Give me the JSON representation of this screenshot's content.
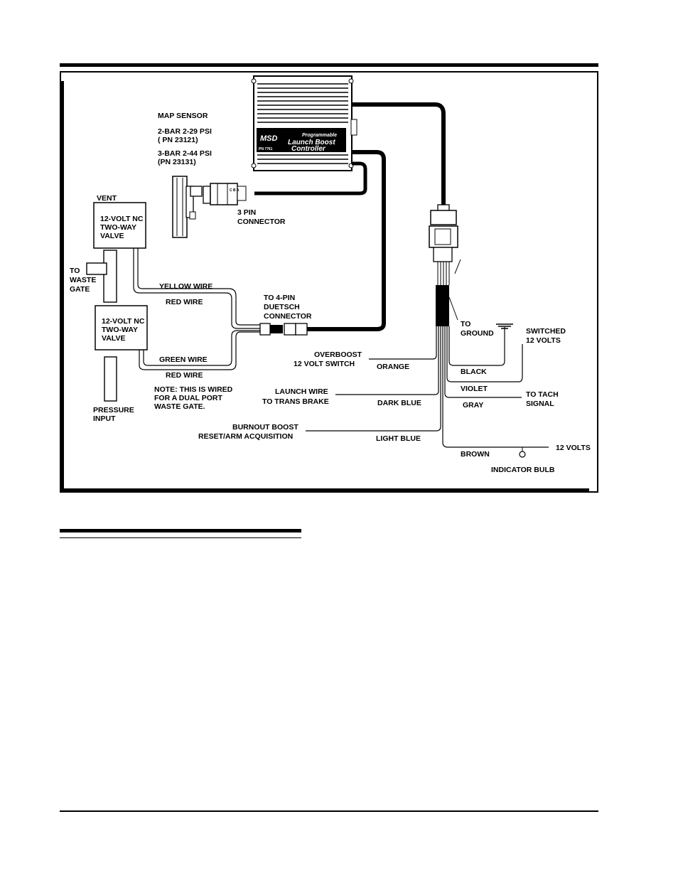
{
  "controller": {
    "brand": "MSD",
    "script_line": "Programmable",
    "name_line1": "Launch Boost",
    "name_line2": "Controller",
    "part_no": "PN 7761"
  },
  "map_sensor": {
    "title": "MAP SENSOR",
    "bar2": "2-BAR 2-29 PSI",
    "bar2_pn": "( PN 23121)",
    "bar3": "3-BAR 2-44 PSI",
    "bar3_pn": "(PN 23131)",
    "connector_line1": "3 PIN",
    "connector_line2": "CONNECTOR"
  },
  "valves": {
    "vent": "VENT",
    "upper": [
      "12-VOLT NC",
      "TWO-WAY",
      "VALVE"
    ],
    "lower": [
      "12-VOLT NC",
      "TWO-WAY",
      "VALVE"
    ],
    "waste_gate": [
      "TO",
      "WASTE",
      "GATE"
    ],
    "pressure_input": [
      "PRESSURE",
      "INPUT"
    ]
  },
  "wires": {
    "yellow": "YELLOW WIRE",
    "red_upper": "RED WIRE",
    "green": "GREEN WIRE",
    "red_lower": "RED WIRE",
    "note": [
      "NOTE: THIS IS WIRED",
      "FOR A DUAL PORT",
      "WASTE GATE."
    ],
    "deutsch": [
      "TO 4-PIN",
      "DUETSCH",
      "CONNECTOR"
    ]
  },
  "harness": {
    "ground": [
      "TO",
      "GROUND"
    ],
    "switched": [
      "SWITCHED",
      "12 VOLTS"
    ],
    "overboost": [
      "OVERBOOST",
      "12 VOLT SWITCH"
    ],
    "orange": "ORANGE",
    "black": "BLACK",
    "launch": [
      "LAUNCH WIRE",
      "TO TRANS BRAKE"
    ],
    "violet": "VIOLET",
    "tach": [
      "TO TACH",
      "SIGNAL"
    ],
    "dark_blue": "DARK BLUE",
    "gray": "GRAY",
    "burnout": [
      "BURNOUT BOOST",
      "RESET/ARM ACQUISITION"
    ],
    "light_blue": "LIGHT BLUE",
    "brown": "BROWN",
    "twelve_volts": "12 VOLTS",
    "indicator": "INDICATOR BULB"
  }
}
